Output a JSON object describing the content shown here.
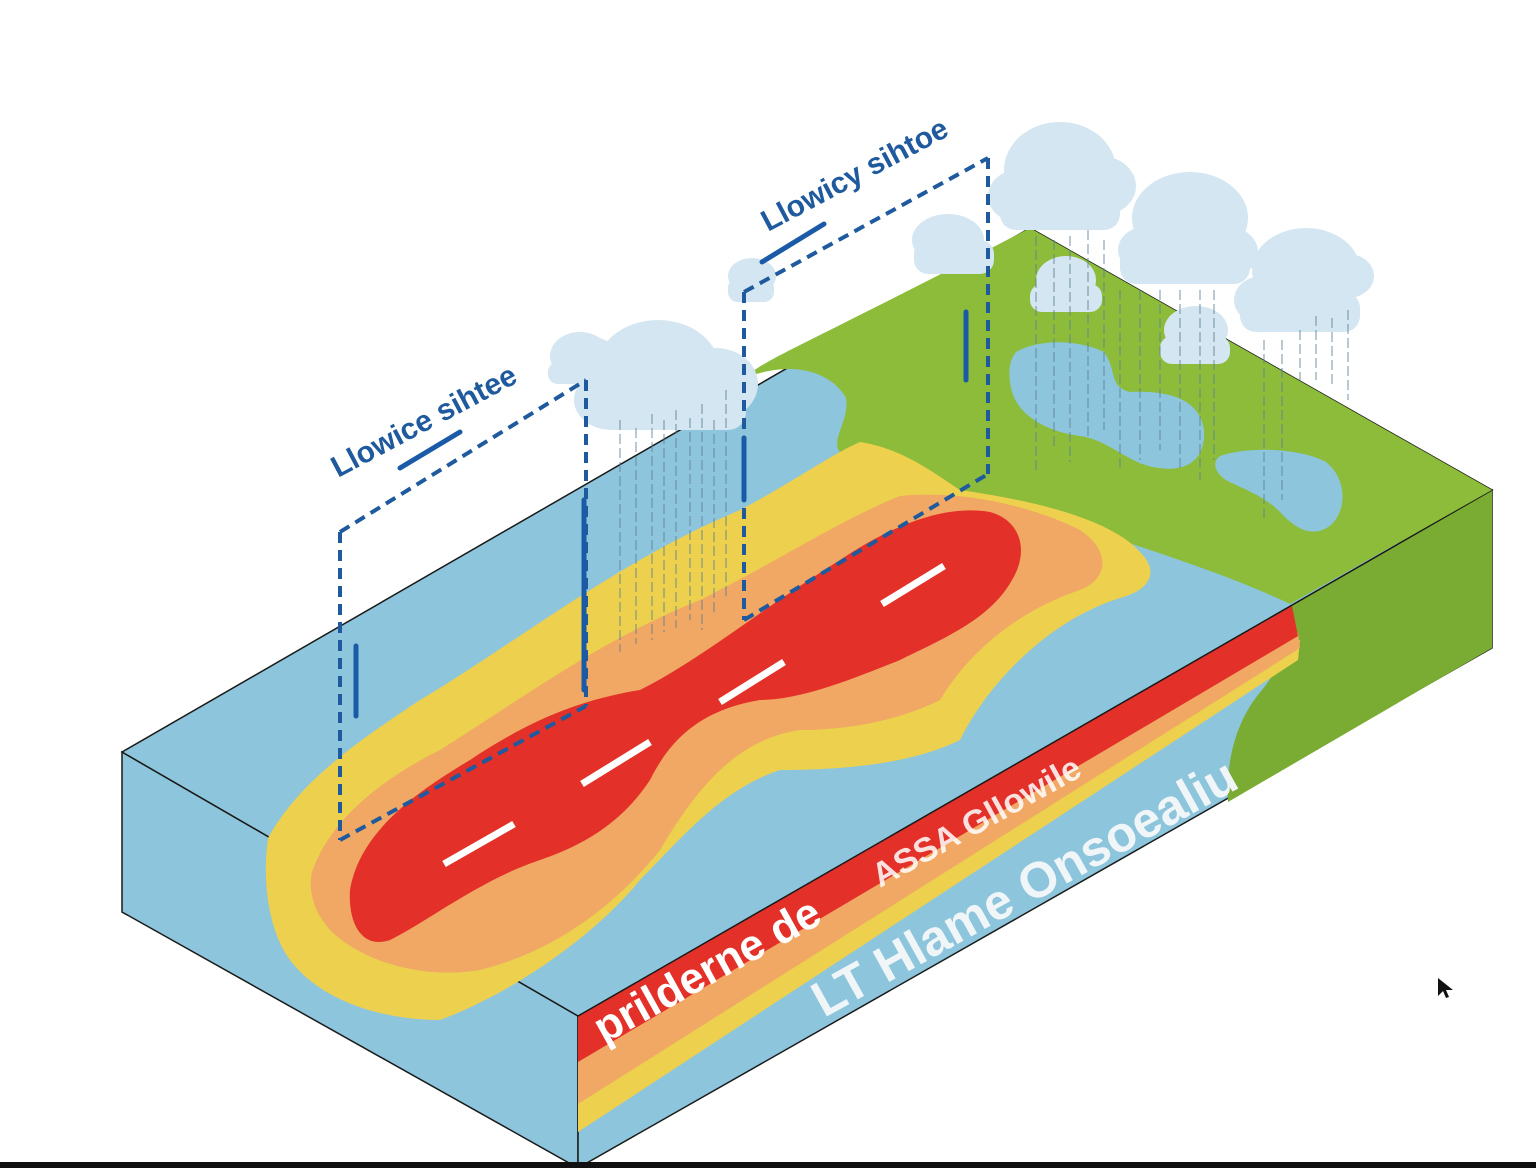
{
  "labels": {
    "callout_left": "Llowice sihtee",
    "callout_right": "Llowicy sihtoe",
    "front_text_red": "prilderne de",
    "front_text_red_overlay": "ASSA Gllowile",
    "front_text_light": "LT Hlame Onsoealiu"
  },
  "colors": {
    "ocean": "#8dc5dc",
    "land": "#8cbc3a",
    "land_side": "#7aab32",
    "anomaly_hot": "#e33028",
    "anomaly_warm": "#f0a864",
    "anomaly_mild": "#ecd04e",
    "cloud": "#d4e6f1",
    "accent_blue": "#1a5aa6",
    "dash_line": "#1f5a9e"
  },
  "icons": [
    "cloud-icon",
    "rain-icon",
    "mouse-cursor-icon"
  ]
}
